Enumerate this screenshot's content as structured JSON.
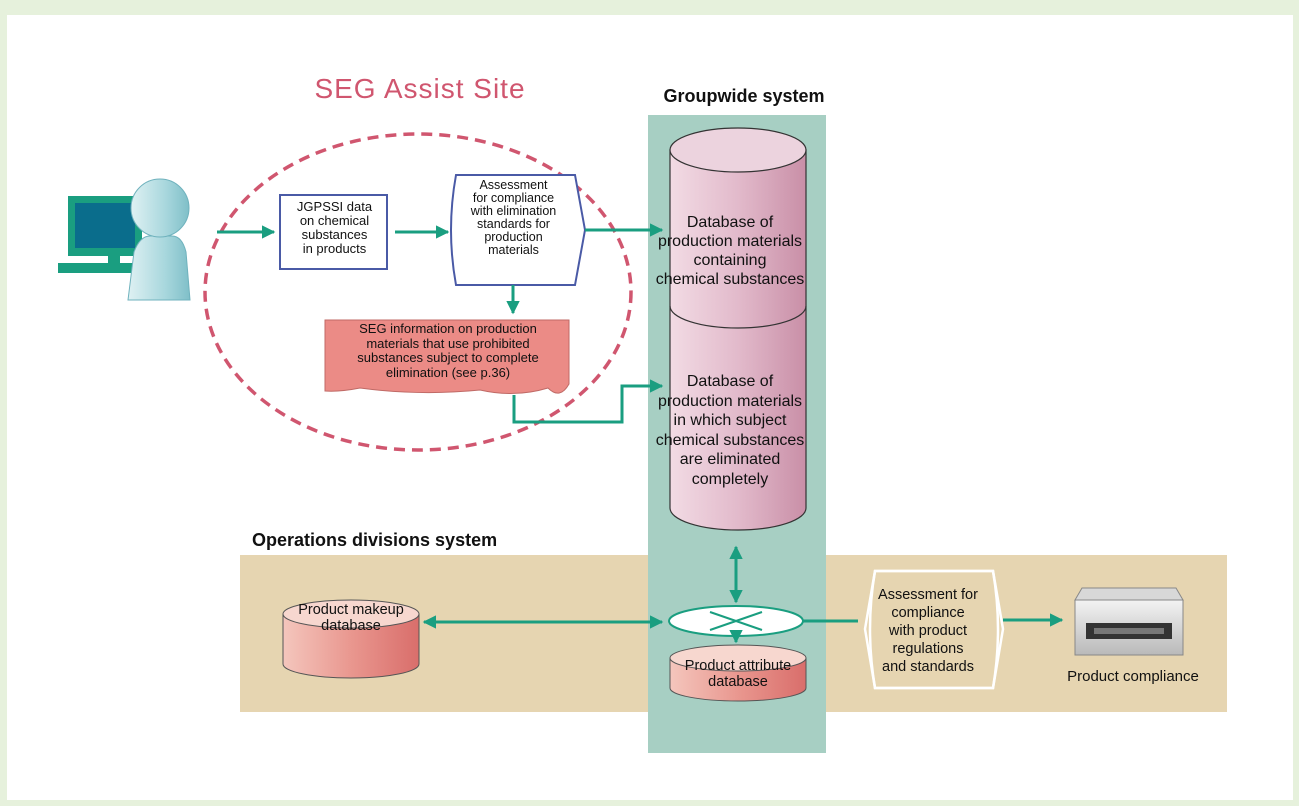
{
  "site_title": "SEG Assist Site",
  "groupwide_title": "Groupwide system",
  "operations_title": "Operations divisions system",
  "jgpssi_box": [
    "JGPSSI data",
    "on chemical",
    "substances",
    "in products"
  ],
  "assessment_elimination": [
    "Assessment",
    "for compliance",
    "with elimination",
    "standards for",
    "production",
    "materials"
  ],
  "seg_info_note": [
    "SEG information on production",
    "materials that use prohibited",
    "substances subject to complete",
    "elimination (see p.36)"
  ],
  "db_chemical": [
    "Database of",
    "production materials",
    "containing",
    "chemical substances"
  ],
  "db_eliminated": [
    "Database of",
    "production materials",
    "in which subject",
    "chemical substances",
    "are eliminated",
    "completely"
  ],
  "product_makeup_db": [
    "Product makeup",
    "database"
  ],
  "product_attribute_db": [
    "Product attribute",
    "database"
  ],
  "assessment_product": [
    "Assessment for",
    "compliance",
    "with product",
    "regulations",
    "and standards"
  ],
  "product_compliance": "Product compliance",
  "colors": {
    "arrow": "#1a9e80",
    "site_title": "#d0566f",
    "dashed_circle": "#d0566f",
    "groupwide_band": "#a7cfc3",
    "operations_band": "#e6d5b1",
    "box_border": "#4a5aa6",
    "note_fill": "#eb8b86",
    "cylinder_pink": "#dcb1c4",
    "db_red": "#e3857f"
  }
}
